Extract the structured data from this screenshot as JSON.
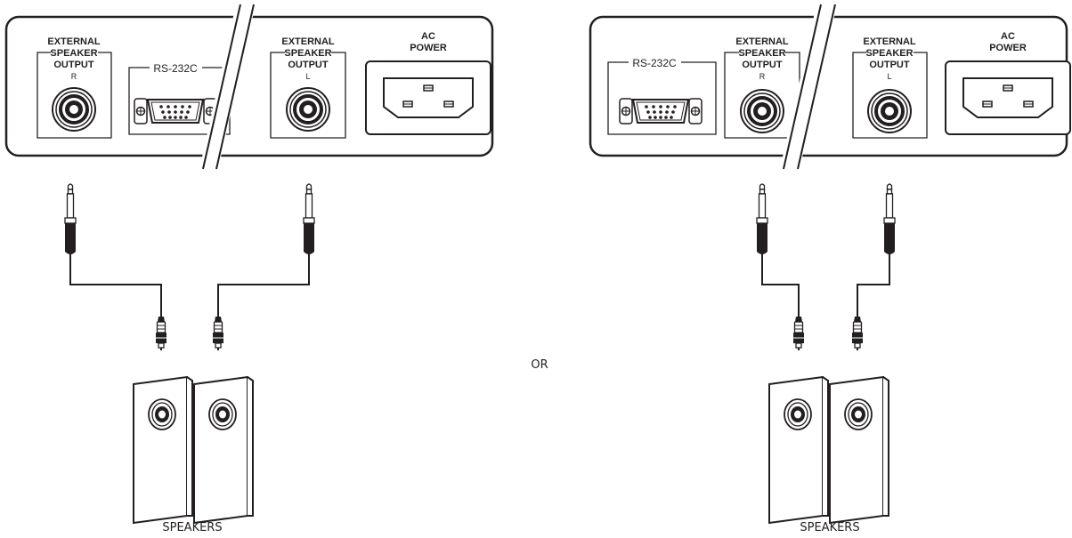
{
  "diagrams": [
    {
      "port_labels": {
        "ext_r_line1": "EXTERNAL",
        "ext_r_line2": "SPEAKER",
        "ext_r_line3": "OUTPUT",
        "ext_r_channel": "R",
        "rs232": "RS-232C",
        "ext_l_line1": "EXTERNAL",
        "ext_l_line2": "SPEAKER",
        "ext_l_line3": "OUTPUT",
        "ext_l_channel": "L",
        "ac_line1": "AC",
        "ac_line2": "POWER"
      },
      "speakers_label": "SPEAKERS"
    },
    {
      "port_labels": {
        "rs232": "RS-232C",
        "ext_r_line1": "EXTERNAL",
        "ext_r_line2": "SPEAKER",
        "ext_r_line3": "OUTPUT",
        "ext_r_channel": "R",
        "ext_l_line1": "EXTERNAL",
        "ext_l_line2": "SPEAKER",
        "ext_l_line3": "OUTPUT",
        "ext_l_channel": "L",
        "ac_line1": "AC",
        "ac_line2": "POWER"
      },
      "speakers_label": "SPEAKERS"
    }
  ],
  "separator_text": "OR",
  "colors": {
    "ink": "#231f20",
    "background": "#ffffff"
  }
}
